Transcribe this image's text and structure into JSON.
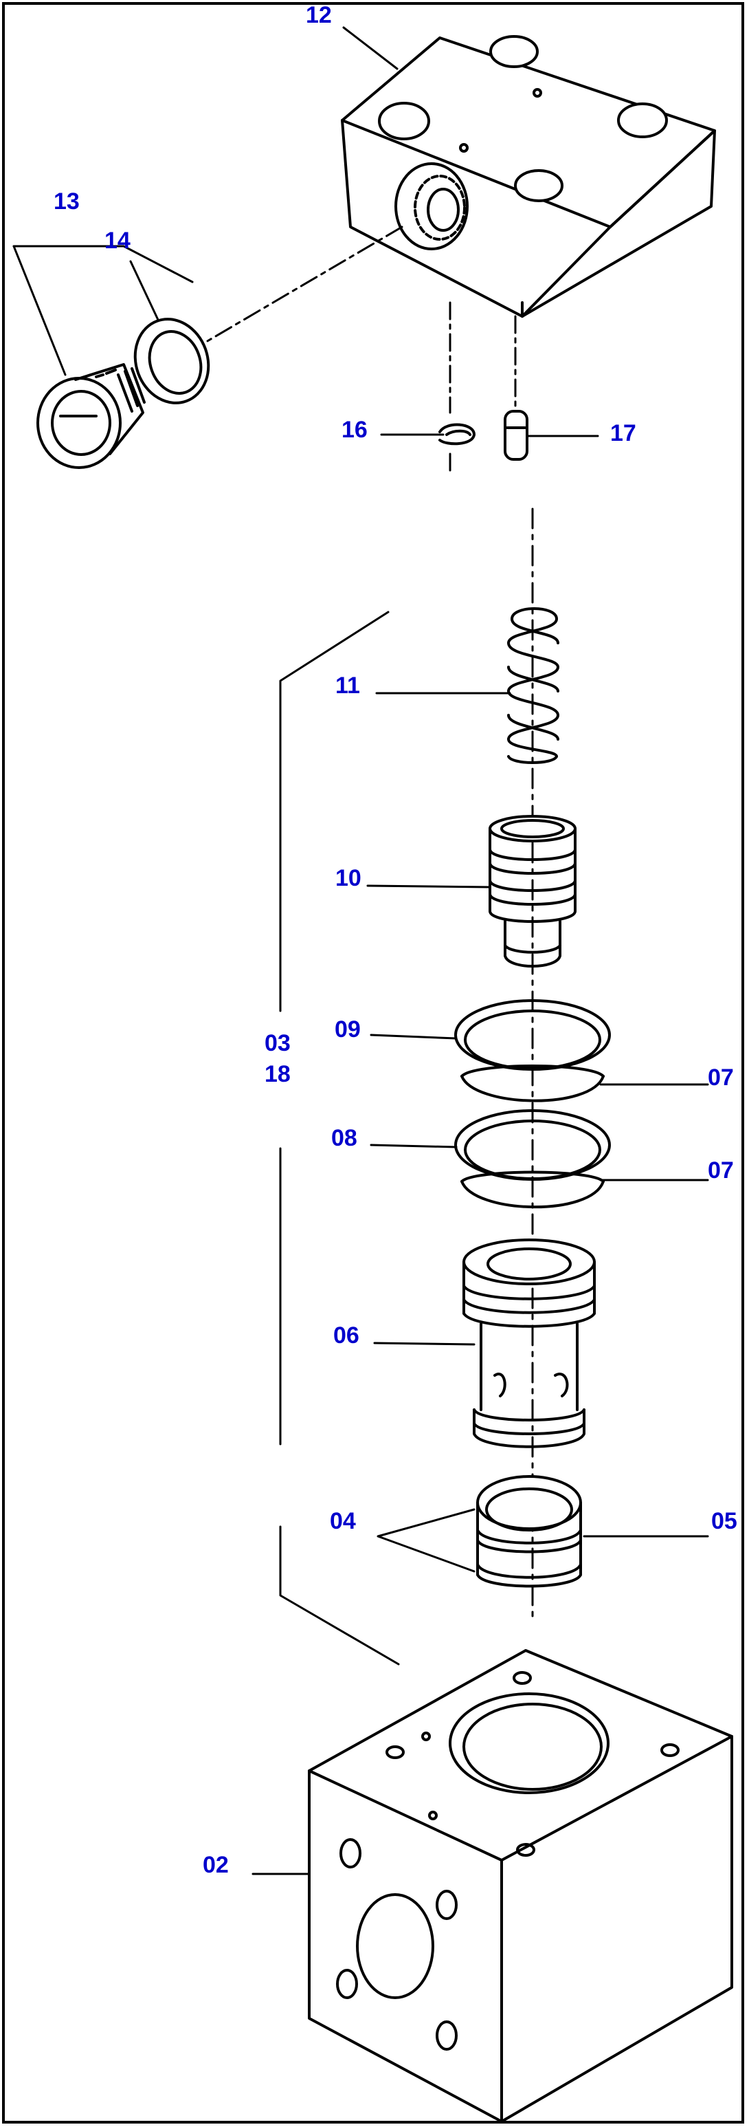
{
  "colors": {
    "line": "#000000",
    "label": "#0000cc",
    "background": "#ffffff"
  },
  "callouts": {
    "c12": "12",
    "c13": "13",
    "c14": "14",
    "c16": "16",
    "c17": "17",
    "c11": "11",
    "c10": "10",
    "c03": "03",
    "c18": "18",
    "c09": "09",
    "c07a": "07",
    "c08": "08",
    "c07b": "07",
    "c06": "06",
    "c04": "04",
    "c05": "05",
    "c02": "02"
  },
  "parts": [
    {
      "name": "valve-cover"
    },
    {
      "name": "plug"
    },
    {
      "name": "o-ring"
    },
    {
      "name": "small-o-ring"
    },
    {
      "name": "pin"
    },
    {
      "name": "spring"
    },
    {
      "name": "poppet"
    },
    {
      "name": "seal-ring-upper"
    },
    {
      "name": "backup-ring-upper"
    },
    {
      "name": "seal-ring-lower"
    },
    {
      "name": "backup-ring-lower"
    },
    {
      "name": "sleeve"
    },
    {
      "name": "sleeve-rings"
    },
    {
      "name": "valve-body"
    }
  ]
}
